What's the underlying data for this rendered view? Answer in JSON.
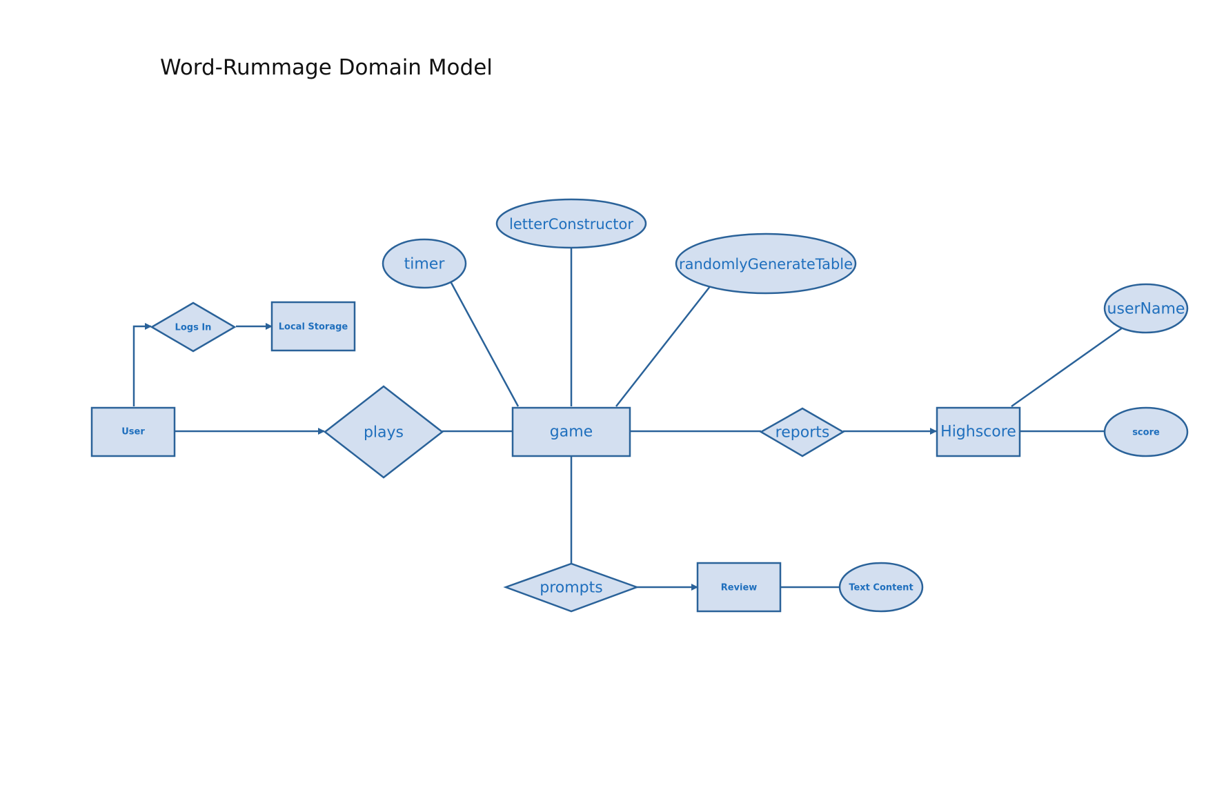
{
  "diagram": {
    "title": "Word-Rummage Domain Model",
    "colors": {
      "fill": "#d3dff0",
      "stroke": "#2a6299",
      "label": "#1f6fbd"
    },
    "entities": {
      "user": "User",
      "local_storage": "Local Storage",
      "game": "game",
      "highscore": "Highscore",
      "review": "Review"
    },
    "relationships": {
      "logs_in": "Logs In",
      "plays": "plays",
      "reports": "reports",
      "prompts": "prompts"
    },
    "attributes": {
      "timer": "timer",
      "letter_constructor": "letterConstructor",
      "randomly_generate_table": "randomlyGenerateTable",
      "user_name": "userName",
      "score": "score",
      "text_content": "Text Content"
    }
  }
}
